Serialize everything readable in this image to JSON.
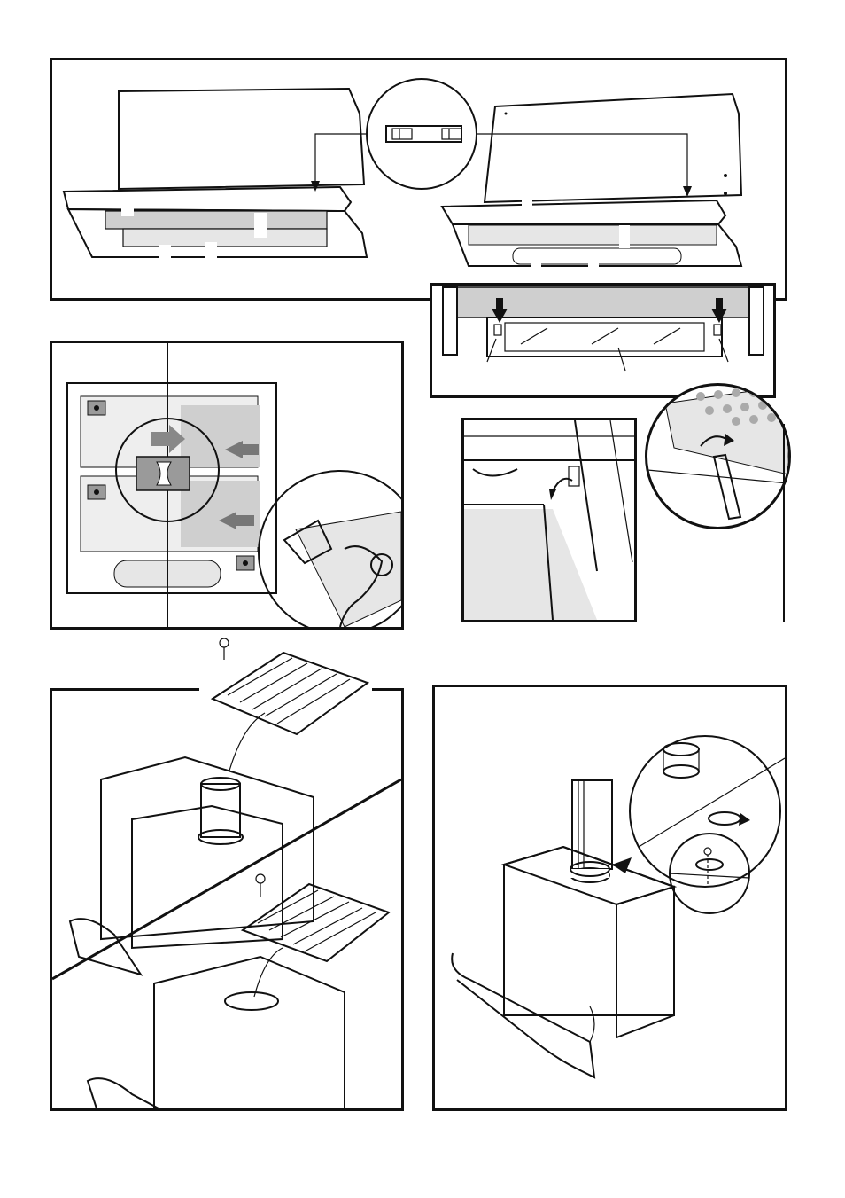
{
  "page": {
    "colors": {
      "line": "#111111",
      "paper": "#ffffff",
      "filter_grey": "#cfcfcf",
      "dark_grey": "#9a9a9a",
      "light_grey": "#e6e6e6"
    }
  },
  "figures": [
    {
      "id": "fig-hood-front-views",
      "icons": [
        "hood-icon",
        "slider-switch-icon",
        "arrow-icon"
      ]
    },
    {
      "id": "fig-front-filter-detail",
      "icons": [
        "clip-icon",
        "arrow-down-icon"
      ]
    },
    {
      "id": "fig-grease-filter-removal",
      "icons": [
        "filter-icon",
        "release-arrow-icon",
        "hand-icon"
      ]
    },
    {
      "id": "fig-hinge-clip",
      "icons": [
        "hinge-icon",
        "rotate-arrow-icon"
      ]
    },
    {
      "id": "fig-charcoal-filter-fitting",
      "icons": [
        "charcoal-filter-icon",
        "screw-icon"
      ]
    },
    {
      "id": "fig-duct-connection",
      "icons": [
        "duct-icon",
        "collar-icon",
        "screw-icon"
      ]
    }
  ]
}
